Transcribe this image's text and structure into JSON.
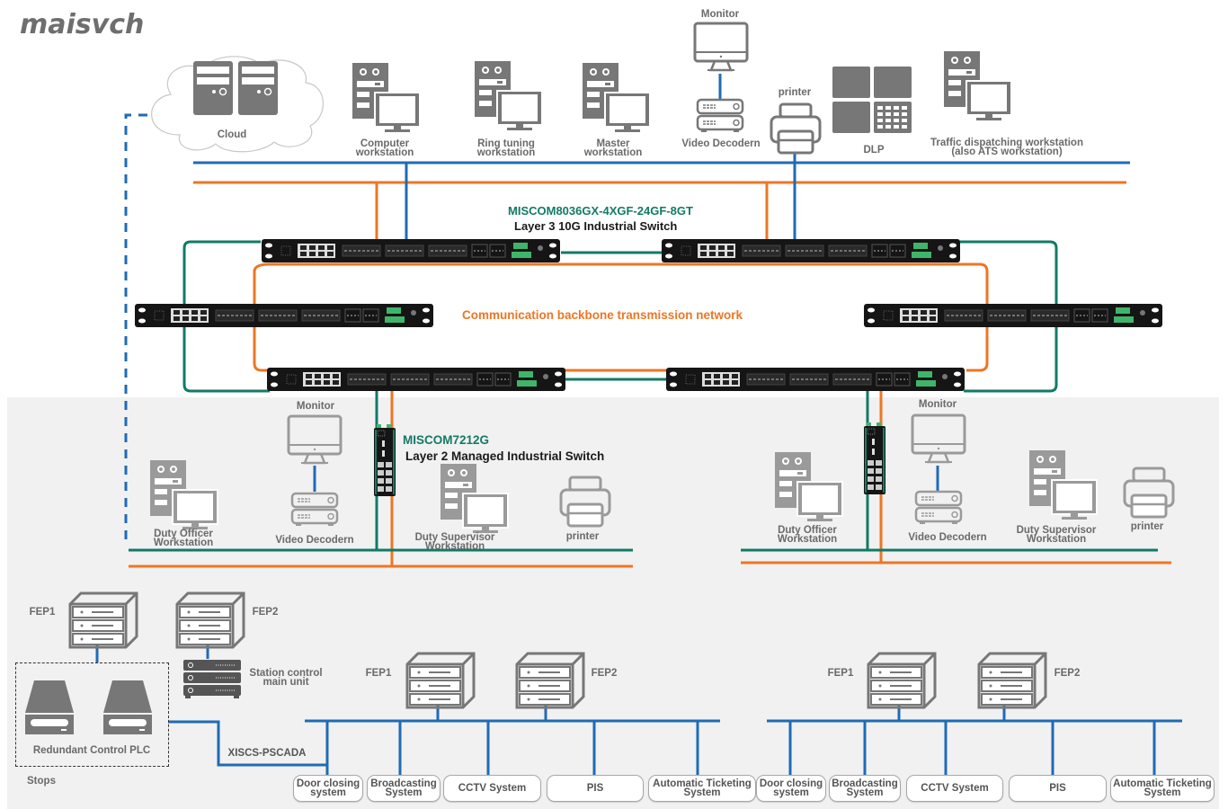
{
  "brand": {
    "logo_text": "maisvch"
  },
  "colors": {
    "blue_link": "#1f6bb5",
    "orange_link": "#ed7624",
    "green_link": "#127a66",
    "device_grey": "#7a7a7a",
    "zone_bg": "#f1f1f1"
  },
  "top_devices": {
    "cloud": "Cloud",
    "computer_ws": [
      "Computer",
      "workstation"
    ],
    "ring_tuning_ws": [
      "Ring tuning",
      "workstation"
    ],
    "master_ws": [
      "Master",
      "workstation"
    ],
    "monitor": "Monitor",
    "video_decoder": "Video Decodern",
    "printer": "printer",
    "dlp": "DLP",
    "traffic_ws": [
      "Traffic dispatching workstation",
      "(also ATS workstation)"
    ]
  },
  "core_switch": {
    "model": "MISCOM8036GX-4XGF-24GF-8GT",
    "description": "Layer 3 10G Industrial Switch",
    "count": 6
  },
  "backbone_label": "Communication backbone transmission network",
  "access_switch": {
    "model": "MISCOM7212G",
    "description": "Layer 2 Managed Industrial Switch"
  },
  "station_left": {
    "duty_officer": [
      "Duty Officer",
      "Workstation"
    ],
    "monitor": "Monitor",
    "video_decoder": "Video Decodern",
    "duty_supervisor": [
      "Duty Supervisor",
      "Workstation"
    ],
    "printer": "printer"
  },
  "station_right": {
    "duty_officer": [
      "Duty Officer",
      "Workstation"
    ],
    "monitor": "Monitor",
    "video_decoder": "Video Decodern",
    "duty_supervisor": [
      "Duty Supervisor",
      "Workstation"
    ],
    "printer": "printer"
  },
  "control_area": {
    "fep1": "FEP1",
    "fep2": "FEP2",
    "station_control": [
      "Station control",
      "main unit"
    ],
    "plc": "Redundant Control PLC",
    "stops": "Stops",
    "link_label": "XISCS-PSCADA"
  },
  "subsystems_left": {
    "fep1": "FEP1",
    "fep2": "FEP2",
    "systems": [
      [
        "Door closing",
        "system"
      ],
      [
        "Broadcasting",
        "System"
      ],
      [
        "CCTV System"
      ],
      [
        "PIS"
      ],
      [
        "Automatic Ticketing",
        "System"
      ]
    ]
  },
  "subsystems_right": {
    "fep1": "FEP1",
    "fep2": "FEP2",
    "systems": [
      [
        "Door closing",
        "system"
      ],
      [
        "Broadcasting",
        "System"
      ],
      [
        "CCTV System"
      ],
      [
        "PIS"
      ],
      [
        "Automatic Ticketing",
        "System"
      ]
    ]
  }
}
